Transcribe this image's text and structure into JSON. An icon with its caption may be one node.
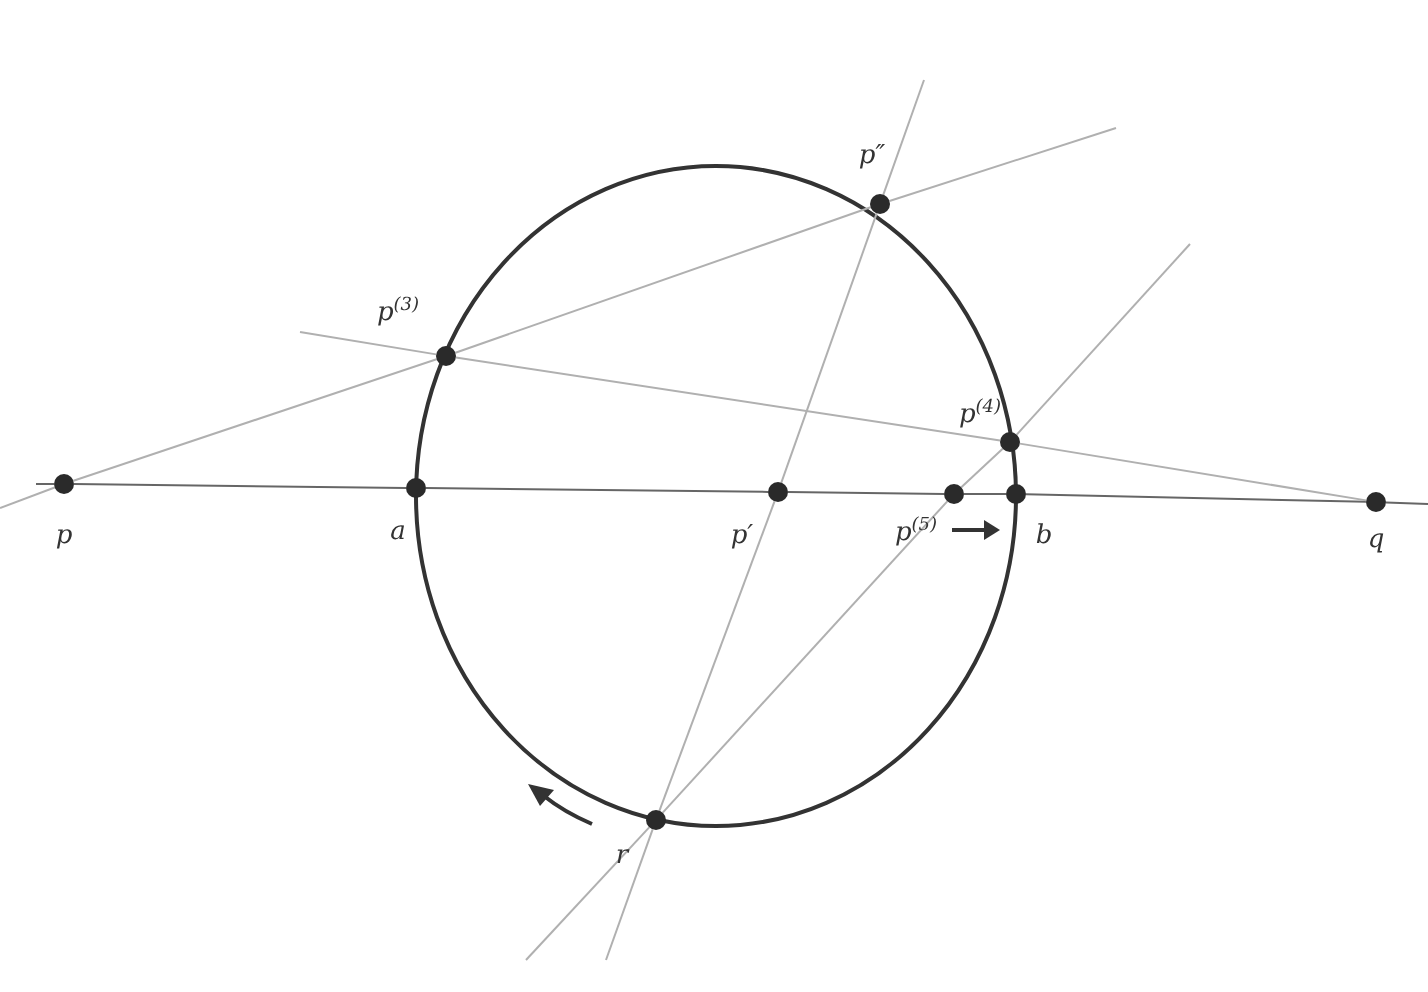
{
  "diagram": {
    "nodes": [
      {
        "text": [],
        "shape": "circle",
        "beside": [
          "p″"
        ]
      },
      {
        "text": [],
        "shape": "circle",
        "beside": [
          "p$^{(3)}$"
        ]
      },
      {
        "text": [],
        "shape": "circle",
        "beside": [
          "p$^{(4)}$"
        ]
      },
      {
        "text": [],
        "shape": "circle",
        "beside": [
          "p"
        ]
      },
      {
        "text": [],
        "shape": "circle",
        "beside": [
          "a"
        ]
      },
      {
        "text": [],
        "shape": "circle",
        "beside": [
          "p′"
        ]
      },
      {
        "text": [],
        "shape": "circle",
        "beside": [
          "p$^{(5)}$"
        ]
      },
      {
        "text": [],
        "shape": "circle",
        "beside": [
          "b"
        ]
      },
      {
        "text": [],
        "shape": "circle",
        "beside": [
          "q"
        ]
      },
      {
        "text": [],
        "shape": "circle",
        "beside": [
          "r"
        ]
      }
    ],
    "edges": [
      {
        "from": null,
        "to": 3,
        "arrow": "none",
        "color": "#666666"
      },
      {
        "from": 3,
        "to": 4,
        "arrow": "none",
        "color": "#666666"
      },
      {
        "from": 4,
        "to": 5,
        "arrow": "none",
        "color": "#666666"
      },
      {
        "from": 5,
        "to": 6,
        "arrow": "none",
        "color": "#666666"
      },
      {
        "from": 6,
        "to": 7,
        "arrow": "none",
        "color": "#666666"
      },
      {
        "from": 7,
        "to": 8,
        "arrow": "none",
        "color": "#666666"
      },
      {
        "from": 8,
        "to": null,
        "arrow": "none",
        "color": "#666666"
      },
      {
        "from": null,
        "to": 3,
        "arrow": "none"
      },
      {
        "from": 3,
        "to": 1,
        "arrow": "none"
      },
      {
        "from": 1,
        "to": 0,
        "arrow": "none"
      },
      {
        "from": 0,
        "to": null,
        "arrow": "none"
      },
      {
        "from": null,
        "to": 0,
        "arrow": "none"
      },
      {
        "from": 0,
        "to": 5,
        "arrow": "none"
      },
      {
        "from": 5,
        "to": 9,
        "arrow": "none"
      },
      {
        "from": 9,
        "to": null,
        "arrow": "none"
      },
      {
        "from": null,
        "to": 1,
        "arrow": "none"
      },
      {
        "from": 1,
        "to": 2,
        "arrow": "none"
      },
      {
        "from": 2,
        "to": 8,
        "arrow": "none"
      },
      {
        "from": null,
        "to": 9,
        "arrow": "none"
      },
      {
        "from": 9,
        "to": 6,
        "arrow": "none"
      },
      {
        "from": 6,
        "to": 2,
        "arrow": "none"
      },
      {
        "from": 2,
        "to": null,
        "arrow": "none"
      }
    ]
  }
}
